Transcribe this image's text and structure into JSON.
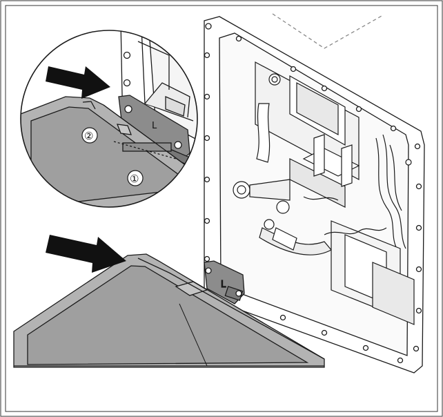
{
  "figure": {
    "callouts": [
      {
        "id": "callout-1",
        "label": "①"
      },
      {
        "id": "callout-2",
        "label": "②"
      }
    ],
    "hinge_labels": [
      {
        "id": "hinge-label-zoom",
        "label": "L"
      },
      {
        "id": "hinge-label-main",
        "label": "L"
      }
    ],
    "colors": {
      "line": "#1a1a1a",
      "panel_fill": "#b3b3b3",
      "panel_inner": "#9f9f9f",
      "arrow": "#111111",
      "hinge_fill": "#8c8c8c",
      "border": "#555555"
    }
  }
}
